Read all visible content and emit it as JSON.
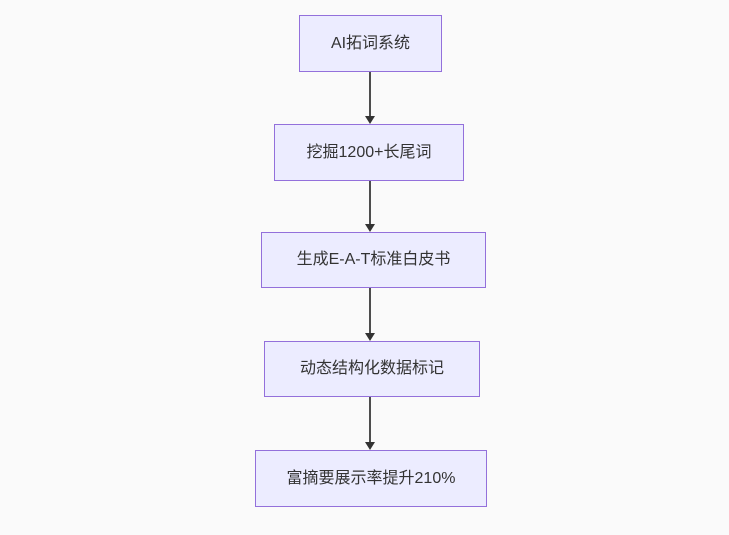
{
  "diagram": {
    "type": "flowchart",
    "direction": "top-down",
    "background_color": "#fafafa",
    "node_fill_color": "#ececff",
    "node_border_color": "#9370db",
    "node_text_color": "#333333",
    "edge_color": "#333333",
    "nodes": [
      {
        "label": "AI拓词系统"
      },
      {
        "label": "挖掘1200+长尾词"
      },
      {
        "label": "生成E-A-T标准白皮书"
      },
      {
        "label": "动态结构化数据标记"
      },
      {
        "label": "富摘要展示率提升210%"
      }
    ],
    "edges": [
      {
        "from_index": 0,
        "to_index": 1
      },
      {
        "from_index": 1,
        "to_index": 2
      },
      {
        "from_index": 2,
        "to_index": 3
      },
      {
        "from_index": 3,
        "to_index": 4
      }
    ]
  }
}
